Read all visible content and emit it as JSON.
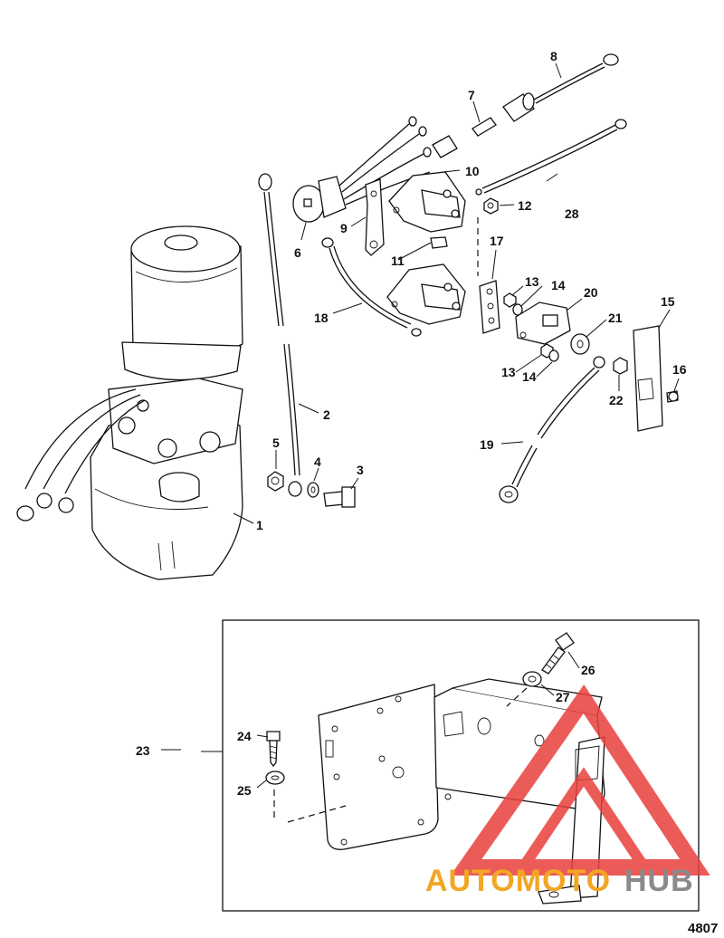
{
  "figure_number": "4807",
  "callouts": {
    "c1": "1",
    "c2": "2",
    "c3": "3",
    "c4": "4",
    "c5": "5",
    "c6": "6",
    "c7": "7",
    "c8": "8",
    "c9": "9",
    "c10": "10",
    "c11": "11",
    "c12": "12",
    "c13a": "13",
    "c13b": "13",
    "c14a": "14",
    "c14b": "14",
    "c15": "15",
    "c16": "16",
    "c17": "17",
    "c18": "18",
    "c19": "19",
    "c20": "20",
    "c21": "21",
    "c22": "22",
    "c23": "23",
    "c24": "24",
    "c25": "25",
    "c26": "26",
    "c27": "27",
    "c28": "28"
  },
  "watermark": {
    "text_part1": "AUTOMOTO",
    "text_part2": "HUB",
    "colors": {
      "part1": "#f2a623",
      "part2": "#8a8a8a",
      "triangle": "#e8403d"
    }
  }
}
